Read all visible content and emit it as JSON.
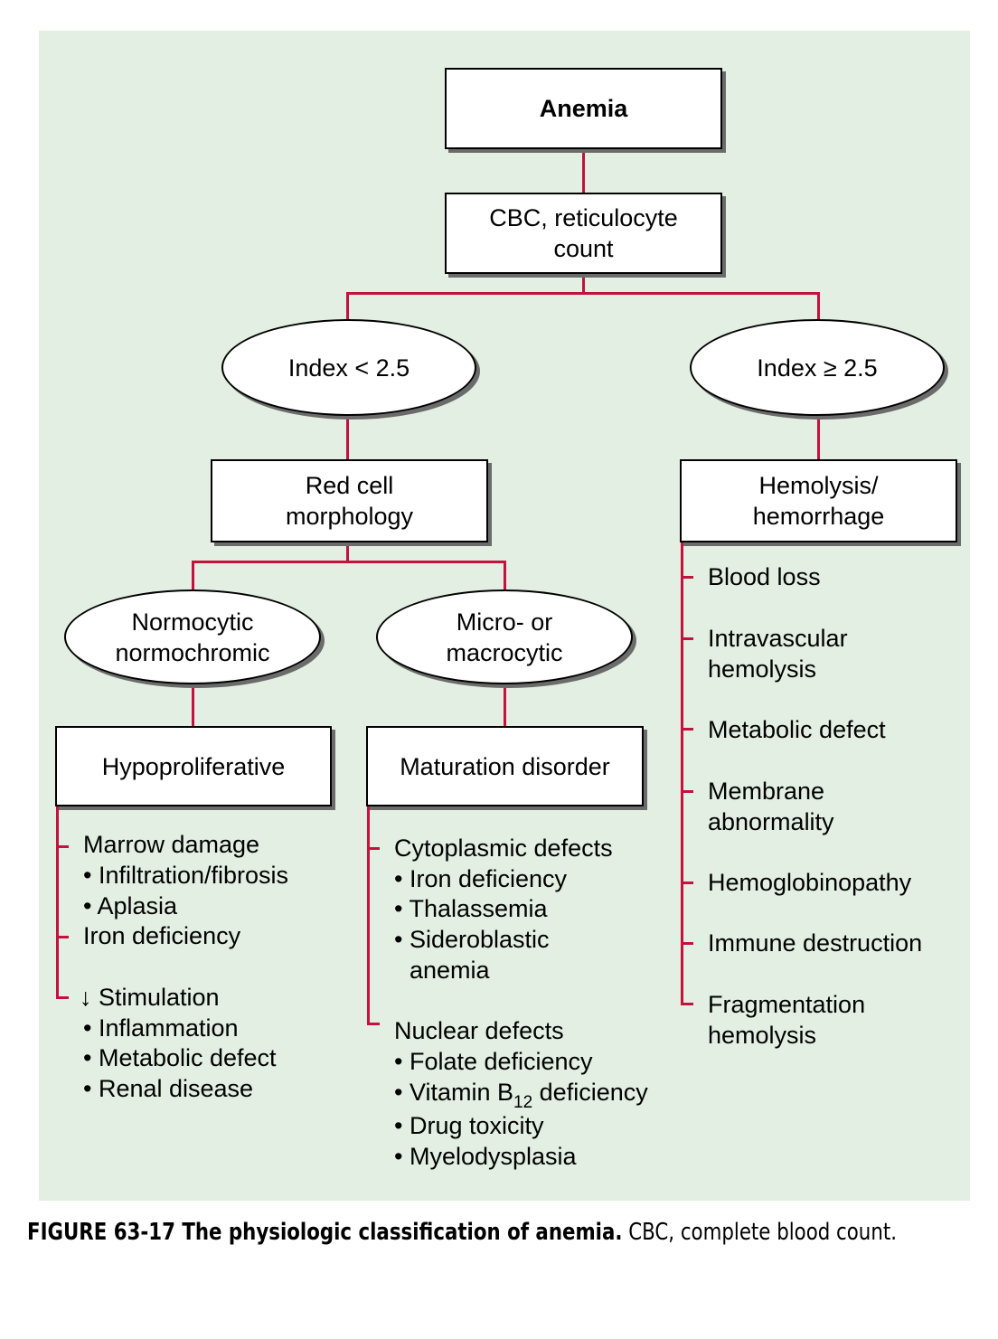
{
  "nodes": {
    "anemia": "Anemia",
    "cbc_line1": "CBC, reticulocyte",
    "cbc_line2": "count",
    "index_low": "Index < 2.5",
    "index_high": "Index ≥ 2.5",
    "red_cell_line1": "Red cell",
    "red_cell_line2": "morphology",
    "hemolysis_line1": "Hemolysis/",
    "hemolysis_line2": "hemorrhage",
    "normocytic_line1": "Normocytic",
    "normocytic_line2": "normochromic",
    "micro_line1": "Micro- or",
    "micro_line2": "macrocytic",
    "hypoproliferative": "Hypoproliferative",
    "maturation": "Maturation disorder"
  },
  "hypoproliferative_list": {
    "marrow_damage": "Marrow damage",
    "marrow_items": [
      "• Infiltration/fibrosis",
      "• Aplasia"
    ],
    "iron_deficiency": "Iron deficiency",
    "stimulation": "↓ Stimulation",
    "stimulation_items": [
      "• Inflammation",
      "• Metabolic defect",
      "• Renal disease"
    ]
  },
  "maturation_list": {
    "cytoplasmic": "Cytoplasmic defects",
    "cytoplasmic_items": [
      "• Iron deficiency",
      "• Thalassemia",
      "• Sideroblastic",
      "anemia"
    ],
    "nuclear": "Nuclear defects",
    "nuclear_item1": "• Folate deficiency",
    "vitamin_prefix": "• Vitamin B",
    "vitamin_sub": "12",
    "vitamin_suffix": " deficiency",
    "nuclear_items_rest": [
      "• Drug toxicity",
      "• Myelodysplasia"
    ]
  },
  "hemolysis_list": [
    [
      "Blood loss"
    ],
    [
      "Intravascular",
      "hemolysis"
    ],
    [
      "Metabolic defect"
    ],
    [
      "Membrane",
      "abnormality"
    ],
    [
      "Hemoglobinopathy"
    ],
    [
      "Immune destruction"
    ],
    [
      "Fragmentation",
      "hemolysis"
    ]
  ],
  "caption": {
    "bold": "FIGURE 63-17 The physiologic classification of anemia.",
    "rest": " CBC, complete blood count."
  },
  "colors": {
    "panel": "#e3efe2",
    "connector": "#c4123f",
    "shadow": "#6b6b6b"
  }
}
